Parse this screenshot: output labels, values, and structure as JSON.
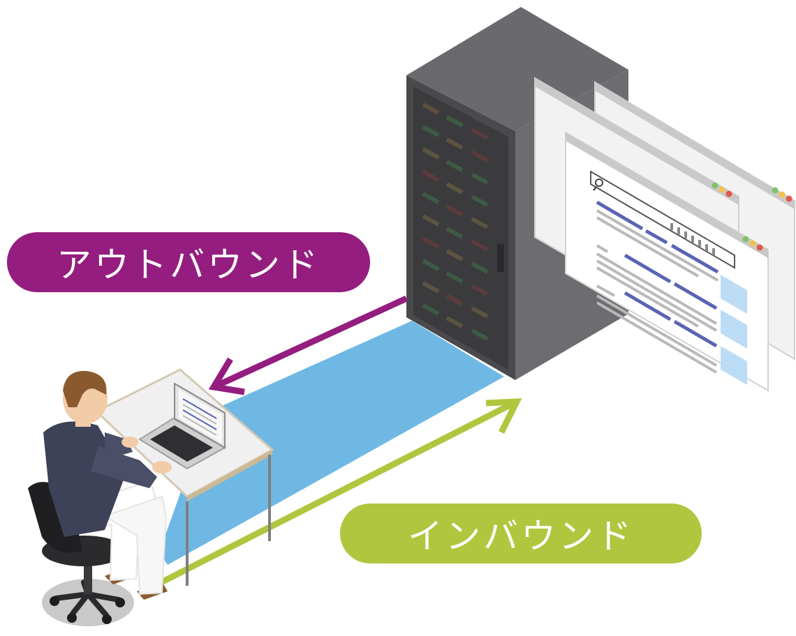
{
  "labels": {
    "outbound": "アウトバウンド",
    "inbound": "インバウンド"
  },
  "colors": {
    "outbound": "#951d7f",
    "inbound": "#b0c63e",
    "beam": "#6fb8e4",
    "server_body": "#5f5f63",
    "server_front": "#3f3f42",
    "browser_frame": "#c8c8c8",
    "result_link": "#5a64b4",
    "thumbnail": "#bcdcf5"
  },
  "icons": {
    "search": "magnifier-icon",
    "window_controls": [
      "green-dot",
      "yellow-dot",
      "red-dot"
    ]
  }
}
